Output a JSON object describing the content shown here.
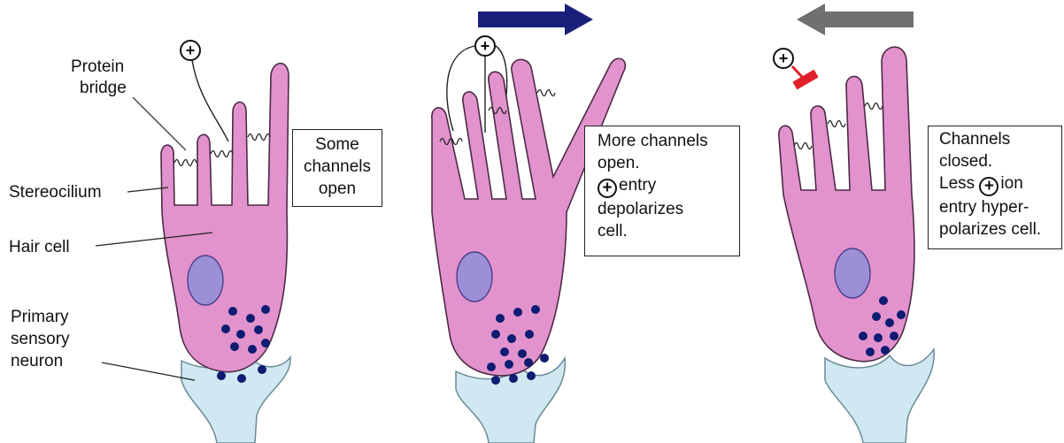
{
  "labels": {
    "protein_bridge_1": "Protein",
    "protein_bridge_2": "bridge",
    "stereocilium": "Stereocilium",
    "hair_cell": "Hair cell",
    "neuron_1": "Primary",
    "neuron_2": "sensory",
    "neuron_3": "neuron"
  },
  "panel1": {
    "box_lines": [
      "Some",
      "channels",
      "open"
    ]
  },
  "panel2": {
    "box_lines": [
      "More channels",
      "open.",
      "entry",
      "depolarizes",
      "cell."
    ],
    "arrow_direction": "right"
  },
  "panel3": {
    "box_lines": [
      "Channels",
      "closed.",
      "Less",
      "ion",
      "entry hyper-",
      "polarizes cell."
    ],
    "arrow_direction": "left"
  },
  "symbols": {
    "ion": "+"
  },
  "colors": {
    "hair_cell": "#e293cd",
    "hair_cell_edge": "#4d2a46",
    "nucleus": "#9d8fd6",
    "vesicles": "#0e1c72",
    "neuron": "#cfe8f1",
    "arrow_right": "#1a1f7a",
    "arrow_left": "#707070",
    "blocker": "#e0202a"
  }
}
